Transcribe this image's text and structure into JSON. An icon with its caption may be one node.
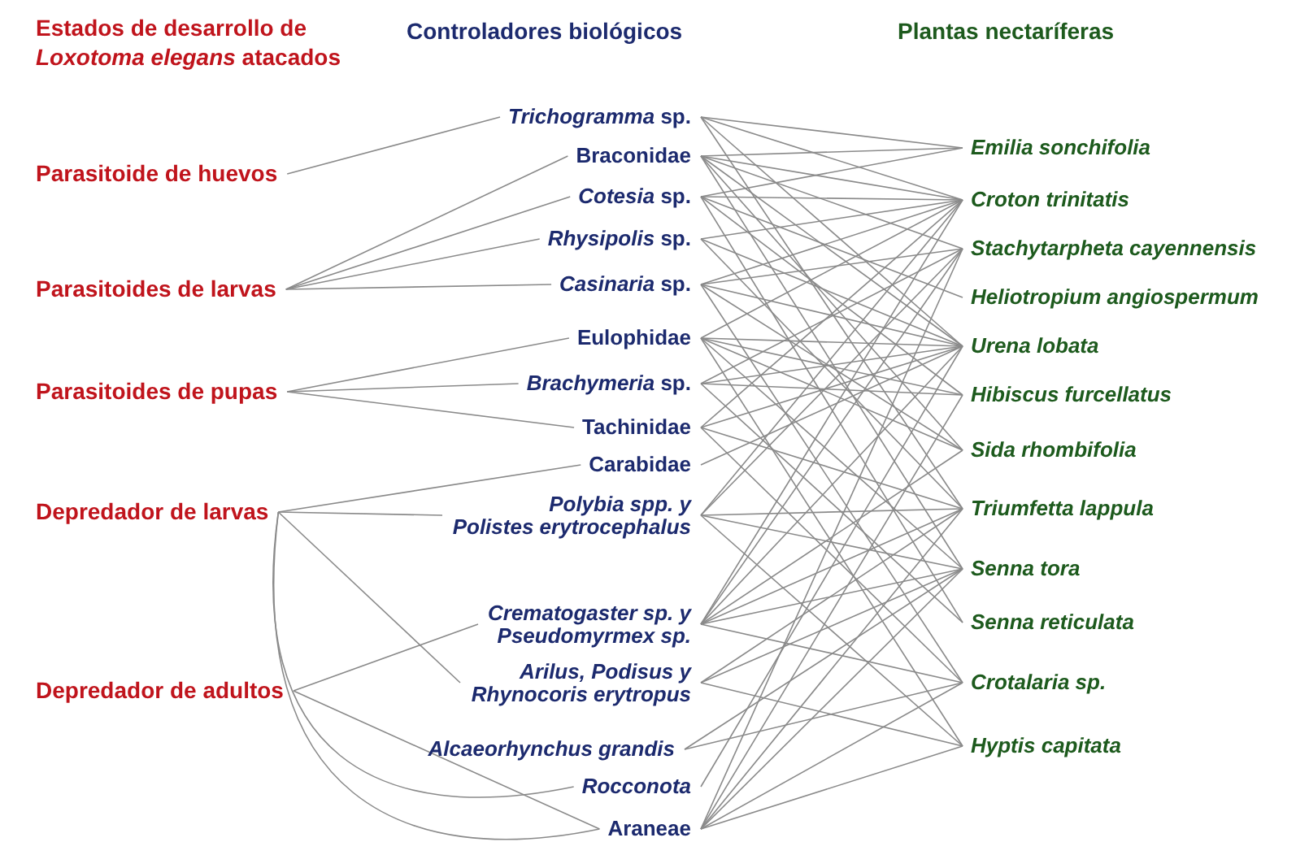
{
  "diagram": {
    "nodes": [
      {
        "text": [
          "Parasitoide de huevos"
        ]
      },
      {
        "text": [
          "Parasitoides de larvas"
        ]
      },
      {
        "text": [
          "Parasitoides de pupas"
        ]
      },
      {
        "text": [
          "Depredador de larvas"
        ]
      },
      {
        "text": [
          "Depredador de adultos"
        ]
      },
      {
        "text": [
          "*Trichogramma* sp."
        ]
      },
      {
        "text": [
          "Braconidae"
        ]
      },
      {
        "text": [
          "*Cotesia* sp."
        ]
      },
      {
        "text": [
          "*Rhysipolis* sp."
        ]
      },
      {
        "text": [
          "*Casinaria* sp."
        ]
      },
      {
        "text": [
          "Eulophidae"
        ]
      },
      {
        "text": [
          "*Brachymeria* sp."
        ]
      },
      {
        "text": [
          "Tachinidae"
        ]
      },
      {
        "text": [
          "Carabidae"
        ]
      },
      {
        "text": [
          "Polybia spp. y Polistes erytrocephalus"
        ]
      },
      {
        "text": [
          "Crematogaster sp. y Pseudomyrmex sp."
        ]
      },
      {
        "text": [
          "Arilus, Podisus y Rhynocoris erytropus"
        ]
      },
      {
        "text": [
          "Alcaeorhynchus grandis"
        ]
      },
      {
        "text": [
          "Rocconota"
        ]
      },
      {
        "text": [
          "Araneae"
        ]
      },
      {
        "text": [
          "Emilia sonchifolia"
        ]
      },
      {
        "text": [
          "Croton trinitatis"
        ]
      },
      {
        "text": [
          "Stachytarpheta cayennensis"
        ]
      },
      {
        "text": [
          "Heliotropium angiospermum"
        ]
      },
      {
        "text": [
          "Urena lobata"
        ]
      },
      {
        "text": [
          "Hibiscus furcellatus"
        ]
      },
      {
        "text": [
          "Sida rhombifolia"
        ]
      },
      {
        "text": [
          "Triumfetta lappula"
        ]
      },
      {
        "text": [
          "Senna tora"
        ]
      },
      {
        "text": [
          "Senna reticulata"
        ]
      },
      {
        "text": [
          "Crotalaria sp."
        ]
      },
      {
        "text": [
          "Hyptis capitata"
        ]
      }
    ],
    "edges": [
      {
        "from": 0,
        "to": 5,
        "arrow": "none"
      },
      {
        "from": 1,
        "to": 6,
        "arrow": "none"
      },
      {
        "from": 1,
        "to": 7,
        "arrow": "none"
      },
      {
        "from": 1,
        "to": 8,
        "arrow": "none"
      },
      {
        "from": 1,
        "to": 9,
        "arrow": "none"
      },
      {
        "from": 2,
        "to": 10,
        "arrow": "none"
      },
      {
        "from": 2,
        "to": 11,
        "arrow": "none"
      },
      {
        "from": 2,
        "to": 12,
        "arrow": "none"
      },
      {
        "from": 3,
        "to": 13,
        "arrow": "none"
      },
      {
        "from": 3,
        "to": 14,
        "arrow": "none"
      },
      {
        "from": 3,
        "to": 16,
        "arrow": "none"
      },
      {
        "from": 3,
        "to": 18,
        "arrow": "none"
      },
      {
        "from": 3,
        "to": 19,
        "arrow": "none"
      },
      {
        "from": 4,
        "to": 15,
        "arrow": "none"
      },
      {
        "from": 4,
        "to": 19,
        "arrow": "none"
      },
      {
        "from": 5,
        "to": 20,
        "arrow": "none"
      },
      {
        "from": 5,
        "to": 21,
        "arrow": "none"
      },
      {
        "from": 5,
        "to": 24,
        "arrow": "none"
      },
      {
        "from": 5,
        "to": 27,
        "arrow": "none"
      },
      {
        "from": 6,
        "to": 20,
        "arrow": "none"
      },
      {
        "from": 6,
        "to": 21,
        "arrow": "none"
      },
      {
        "from": 6,
        "to": 22,
        "arrow": "none"
      },
      {
        "from": 6,
        "to": 24,
        "arrow": "none"
      },
      {
        "from": 6,
        "to": 26,
        "arrow": "none"
      },
      {
        "from": 6,
        "to": 28,
        "arrow": "none"
      },
      {
        "from": 7,
        "to": 20,
        "arrow": "none"
      },
      {
        "from": 7,
        "to": 21,
        "arrow": "none"
      },
      {
        "from": 7,
        "to": 23,
        "arrow": "none"
      },
      {
        "from": 7,
        "to": 25,
        "arrow": "none"
      },
      {
        "from": 7,
        "to": 29,
        "arrow": "none"
      },
      {
        "from": 8,
        "to": 21,
        "arrow": "none"
      },
      {
        "from": 8,
        "to": 24,
        "arrow": "none"
      },
      {
        "from": 8,
        "to": 27,
        "arrow": "none"
      },
      {
        "from": 9,
        "to": 21,
        "arrow": "none"
      },
      {
        "from": 9,
        "to": 22,
        "arrow": "none"
      },
      {
        "from": 9,
        "to": 24,
        "arrow": "none"
      },
      {
        "from": 9,
        "to": 26,
        "arrow": "none"
      },
      {
        "from": 9,
        "to": 30,
        "arrow": "none"
      },
      {
        "from": 10,
        "to": 21,
        "arrow": "none"
      },
      {
        "from": 10,
        "to": 24,
        "arrow": "none"
      },
      {
        "from": 10,
        "to": 25,
        "arrow": "none"
      },
      {
        "from": 10,
        "to": 26,
        "arrow": "none"
      },
      {
        "from": 10,
        "to": 28,
        "arrow": "none"
      },
      {
        "from": 10,
        "to": 31,
        "arrow": "none"
      },
      {
        "from": 11,
        "to": 22,
        "arrow": "none"
      },
      {
        "from": 11,
        "to": 24,
        "arrow": "none"
      },
      {
        "from": 11,
        "to": 25,
        "arrow": "none"
      },
      {
        "from": 11,
        "to": 29,
        "arrow": "none"
      },
      {
        "from": 12,
        "to": 21,
        "arrow": "none"
      },
      {
        "from": 12,
        "to": 24,
        "arrow": "none"
      },
      {
        "from": 12,
        "to": 27,
        "arrow": "none"
      },
      {
        "from": 12,
        "to": 30,
        "arrow": "none"
      },
      {
        "from": 13,
        "to": 24,
        "arrow": "none"
      },
      {
        "from": 14,
        "to": 21,
        "arrow": "none"
      },
      {
        "from": 14,
        "to": 22,
        "arrow": "none"
      },
      {
        "from": 14,
        "to": 27,
        "arrow": "none"
      },
      {
        "from": 14,
        "to": 28,
        "arrow": "none"
      },
      {
        "from": 14,
        "to": 31,
        "arrow": "none"
      },
      {
        "from": 15,
        "to": 21,
        "arrow": "none"
      },
      {
        "from": 15,
        "to": 22,
        "arrow": "none"
      },
      {
        "from": 15,
        "to": 24,
        "arrow": "none"
      },
      {
        "from": 15,
        "to": 26,
        "arrow": "none"
      },
      {
        "from": 15,
        "to": 27,
        "arrow": "none"
      },
      {
        "from": 15,
        "to": 28,
        "arrow": "none"
      },
      {
        "from": 15,
        "to": 30,
        "arrow": "none"
      },
      {
        "from": 16,
        "to": 27,
        "arrow": "none"
      },
      {
        "from": 16,
        "to": 28,
        "arrow": "none"
      },
      {
        "from": 16,
        "to": 31,
        "arrow": "none"
      },
      {
        "from": 17,
        "to": 28,
        "arrow": "none"
      },
      {
        "from": 17,
        "to": 30,
        "arrow": "none"
      },
      {
        "from": 18,
        "to": 24,
        "arrow": "none"
      },
      {
        "from": 19,
        "to": 22,
        "arrow": "none"
      },
      {
        "from": 19,
        "to": 25,
        "arrow": "none"
      },
      {
        "from": 19,
        "to": 27,
        "arrow": "none"
      },
      {
        "from": 19,
        "to": 28,
        "arrow": "none"
      },
      {
        "from": 19,
        "to": 30,
        "arrow": "none"
      },
      {
        "from": 19,
        "to": 31,
        "arrow": "none"
      }
    ],
    "labels": [
      "Estados de desarrollo de *Loxotoma elegans* atacados",
      "Controladores biológicos",
      "Plantas nectaríferas"
    ]
  }
}
